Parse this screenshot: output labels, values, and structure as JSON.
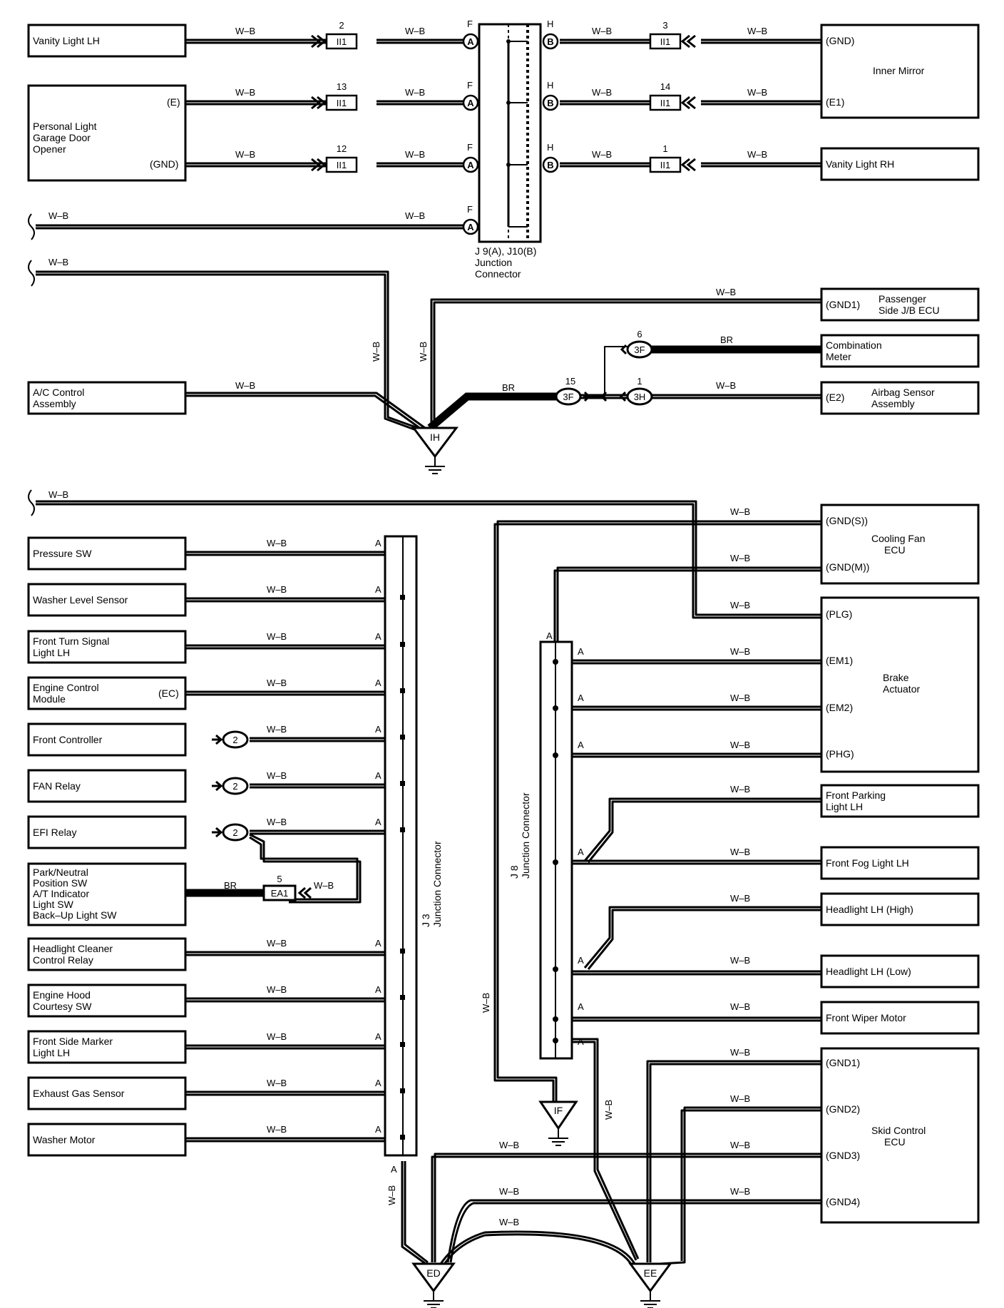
{
  "wire": {
    "color_label": "W–B",
    "br_label": "BR"
  },
  "components": {
    "vanity_lh": "Vanity Light LH",
    "personal_light": [
      "Personal Light",
      "Garage Door",
      "Opener"
    ],
    "personal_pin_e": "(E)",
    "personal_pin_gnd": "(GND)",
    "inner_mirror": "Inner Mirror",
    "inner_mirror_gnd": "(GND)",
    "inner_mirror_e1": "(E1)",
    "vanity_rh": "Vanity Light RH",
    "passenger_ecu": [
      "Passenger",
      "Side J/B ECU"
    ],
    "passenger_pin": "(GND1)",
    "combination_meter": [
      "Combination",
      "Meter"
    ],
    "airbag": [
      "Airbag Sensor",
      "Assembly"
    ],
    "airbag_pin": "(E2)",
    "ac_control": [
      "A/C Control",
      "Assembly"
    ],
    "pressure_sw": "Pressure SW",
    "washer_level": "Washer Level Sensor",
    "front_turn": [
      "Front Turn Signal",
      "Light LH"
    ],
    "ecm": [
      "Engine Control",
      "Module"
    ],
    "ecm_pin": "(EC)",
    "front_controller": "Front Controller",
    "fan_relay": "FAN Relay",
    "efi_relay": "EFI Relay",
    "park_neutral": [
      "Park/Neutral",
      "Position SW",
      "A/T Indicator",
      "Light SW",
      "Back–Up Light SW"
    ],
    "headlight_cleaner": [
      "Headlight Cleaner",
      "Control Relay"
    ],
    "engine_hood": [
      "Engine Hood",
      "Courtesy SW"
    ],
    "front_side_marker": [
      "Front Side Marker",
      "Light LH"
    ],
    "exhaust_gas": "Exhaust Gas Sensor",
    "washer_motor": "Washer Motor",
    "cooling_fan": [
      "Cooling Fan",
      "ECU"
    ],
    "cooling_pin_s": "(GND(S))",
    "cooling_pin_m": "(GND(M))",
    "brake_actuator": [
      "Brake",
      "Actuator"
    ],
    "brake_pins": [
      "(PLG)",
      "(EM1)",
      "(EM2)",
      "(PHG)"
    ],
    "front_parking": [
      "Front Parking",
      "Light LH"
    ],
    "front_fog": "Front Fog Light LH",
    "headlight_high": "Headlight LH (High)",
    "headlight_low": "Headlight LH (Low)",
    "front_wiper": "Front Wiper Motor",
    "skid_control": [
      "Skid Control",
      "ECU"
    ],
    "skid_pins": [
      "(GND1)",
      "(GND2)",
      "(GND3)",
      "(GND4)"
    ]
  },
  "connectors": {
    "j9_j10": [
      "J 9(A),  J10(B)",
      "Junction",
      "Connector"
    ],
    "j3": [
      "J 3",
      "Junction Connector"
    ],
    "j8": [
      "J 8",
      "Junction Connector"
    ],
    "pin_a": "A",
    "pin_b": "B",
    "pin_f": "F",
    "pin_h": "H",
    "ii1": "II1",
    "ii1_numbers": [
      "2",
      "13",
      "12",
      "3",
      "14",
      "1"
    ],
    "c3f_a": "3F",
    "c3f_a_no": "6",
    "c3f_b": "3F",
    "c3f_b_no": "15",
    "c3h": "3H",
    "c3h_no": "1",
    "circle2": "2",
    "ea1": "EA1",
    "ea1_no": "5"
  },
  "grounds": {
    "ih": "IH",
    "if": "IF",
    "ed": "ED",
    "ee": "EE"
  }
}
